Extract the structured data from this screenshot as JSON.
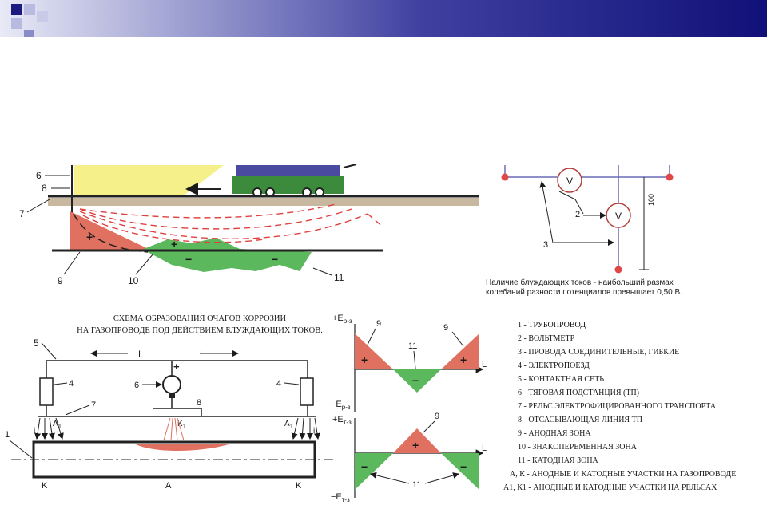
{
  "banner": {
    "colors": {
      "light": "#e9eaf6",
      "dark": "#101078",
      "square_dark": "#1a1a80",
      "square_light": "#b8bae0"
    }
  },
  "scene": {
    "labels": [
      "6",
      "8",
      "7",
      "9",
      "10",
      "11"
    ],
    "signs": [
      "+",
      "+",
      "−",
      "−"
    ]
  },
  "measurement": {
    "voltmeter_symbol": "V",
    "labels": [
      "2",
      "3"
    ],
    "dimension": "100",
    "caption_line1": "Наличие блуждающих токов - наибольший размах",
    "caption_line2": "колебаний разности потенциалов превышает 0,50 В."
  },
  "scheme": {
    "title_line1": "СХЕМА ОБРАЗОВАНИЯ ОЧАГОВ КОРРОЗИИ",
    "title_line2": "НА ГАЗОПРОВОДЕ ПОД ДЕЙСТВИЕМ БЛУЖДАЮЩИХ ТОКОВ.",
    "labels": {
      "five": "5",
      "four_left": "4",
      "four_right": "4",
      "seven": "7",
      "six": "6",
      "eight": "8",
      "one": "1"
    },
    "current": "I",
    "small_current": "i",
    "a1": "A",
    "a1_sub": "1",
    "k1": "K",
    "k1_sub": "1",
    "k": "K",
    "a": "A",
    "plus": "+"
  },
  "potential_charts": {
    "top_axis": "+E",
    "top_axis_sub": "р-з",
    "top_axis_neg": "−E",
    "bottom_axis": "+E",
    "bottom_axis_sub": "т-з",
    "bottom_axis_neg": "−E",
    "l": "L",
    "labels": {
      "nine_a": "9",
      "nine_b": "9",
      "eleven_top": "11",
      "nine_c": "9",
      "eleven_bottom": "11"
    },
    "plus": "+",
    "minus": "−"
  },
  "legend": [
    "1 - ТРУБОПРОВОД",
    "2 - ВОЛЬТМЕТР",
    "3 - ПРОВОДА СОЕДИНИТЕЛЬНЫЕ, ГИБКИЕ",
    "4 - ЭЛЕКТРОПОЕЗД",
    "5 - КОНТАКТНАЯ СЕТЬ",
    "6 - ТЯГОВАЯ ПОДСТАНЦИЯ (ТП)",
    "7 - РЕЛЬС ЭЛЕКТРОФИЦИРОВАННОГО ТРАНСПОРТА",
    "8 - ОТСАСЫВАЮЩАЯ ЛИНИЯ ТП",
    "9 - АНОДНАЯ ЗОНА",
    "10 - ЗНАКОПЕРЕМЕННАЯ ЗОНА",
    "11 - КАТОДНАЯ ЗОНА",
    "А, К - АНОДНЫЕ И КАТОДНЫЕ УЧАСТКИ НА ГАЗОПРОВОДЕ",
    "А1, К1 - АНОДНЫЕ И КАТОДНЫЕ УЧАСТКИ НА РЕЛЬСАХ"
  ]
}
